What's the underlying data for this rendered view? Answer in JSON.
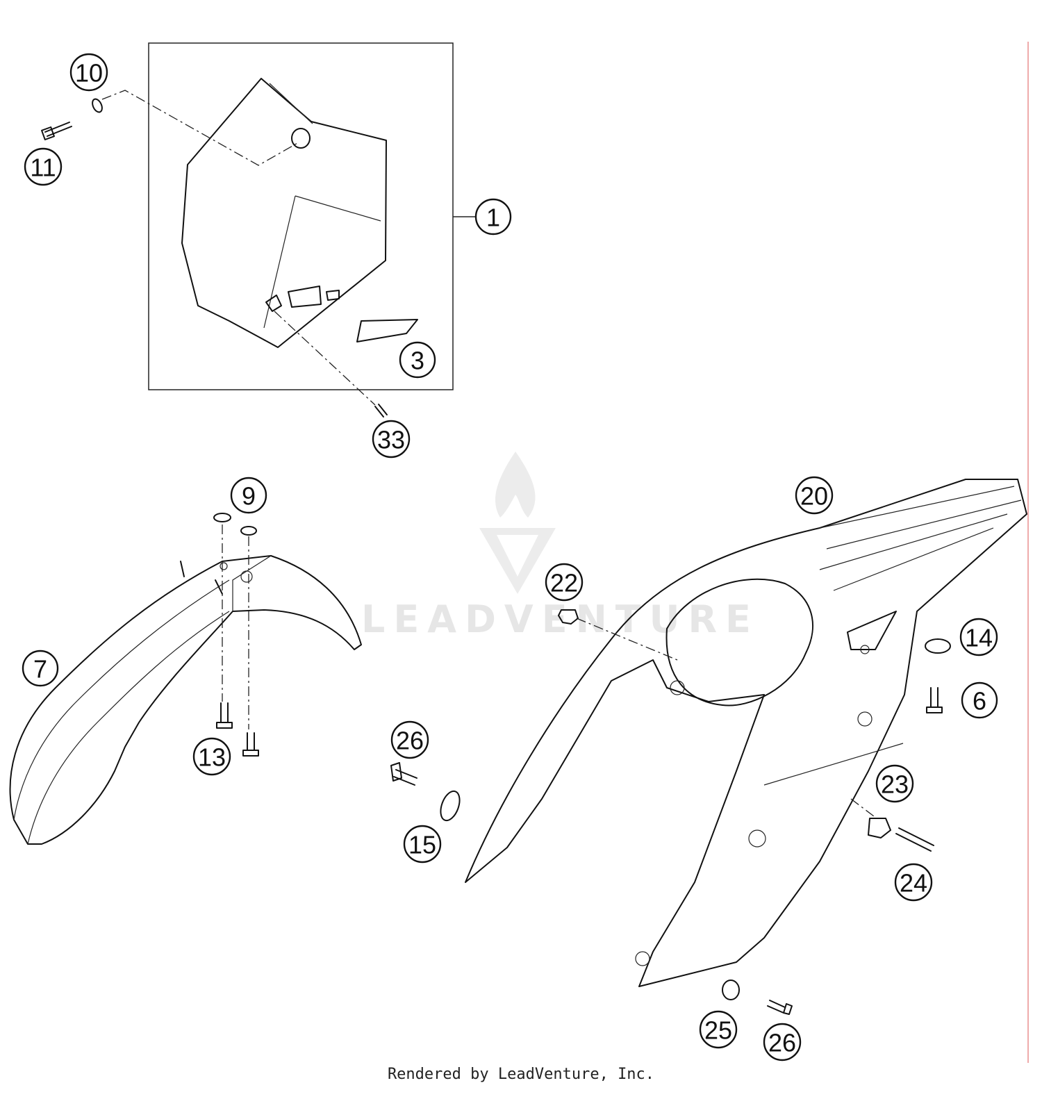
{
  "diagram": {
    "credit": "Rendered by LeadVenture, Inc.",
    "watermark": "LEADVENTURE",
    "callouts": {
      "c1": "1",
      "c3": "3",
      "c6": "6",
      "c7": "7",
      "c9": "9",
      "c10": "10",
      "c11": "11",
      "c13": "13",
      "c14": "14",
      "c15": "15",
      "c20": "20",
      "c22": "22",
      "c23": "23",
      "c24": "24",
      "c25": "25",
      "c26a": "26",
      "c26b": "26",
      "c33": "33"
    }
  }
}
